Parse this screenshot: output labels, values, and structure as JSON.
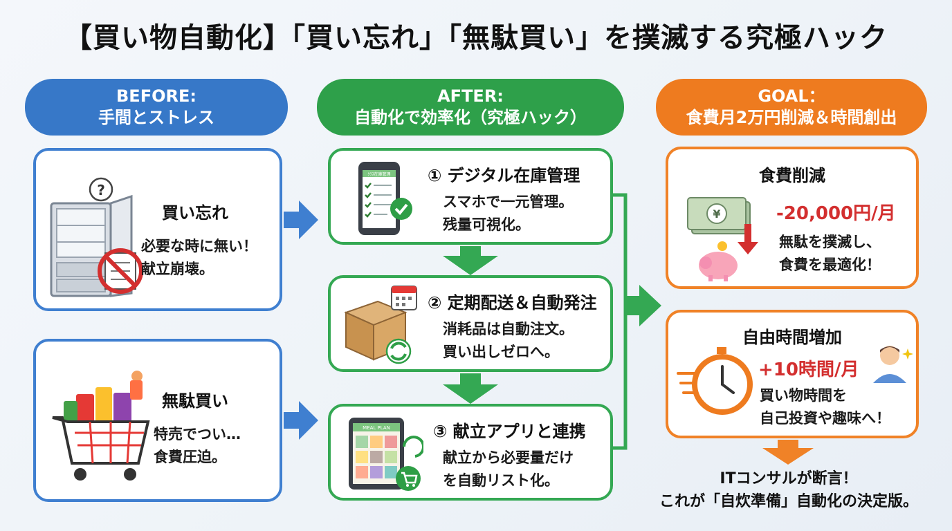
{
  "title": "【買い物自動化】「買い忘れ」「無駄買い」を撲滅する究極ハック",
  "before": {
    "header_line1": "BEFORE:",
    "header_line2": "手間とストレス",
    "card1": {
      "heading": "買い忘れ",
      "line1": "必要な時に無い！",
      "line2": "献立崩壊。"
    },
    "card2": {
      "heading": "無駄買い",
      "line1": "特売でつい…",
      "line2": "食費圧迫。"
    }
  },
  "after": {
    "header_line1": "AFTER:",
    "header_line2": "自動化で効率化（究極ハック）",
    "step1": {
      "heading": "① デジタル在庫管理",
      "line1": "スマホで一元管理。",
      "line2": "残量可視化。",
      "phone_label": "ｸﾗｽ在庫管理"
    },
    "step2": {
      "heading": "② 定期配送＆自動発注",
      "line1": "消耗品は自動注文。",
      "line2": "買い出しゼロへ。"
    },
    "step3": {
      "heading": "③ 献立アプリと連携",
      "line1": "献立から必要量だけ",
      "line2": "を自動リスト化。",
      "tablet_label": "MEAL PLAN"
    }
  },
  "goal": {
    "header_line1": "GOAL：",
    "header_line2": "食費月2万円削減＆時間創出",
    "card1": {
      "heading": "食費削減",
      "amount": "-20,000円/月",
      "line1": "無駄を撲滅し、",
      "line2": "食費を最適化！"
    },
    "card2": {
      "heading": "自由時間増加",
      "amount": "+10時間/月",
      "line1": "買い物時間を",
      "line2": "自己投資や趣味へ！"
    }
  },
  "footer": {
    "line1": "ITコンサルが断言！",
    "line2": "これが「自炊準備」自動化の決定版。"
  },
  "colors": {
    "blue": "#3778c8",
    "green": "#2ea04a",
    "orange": "#ee7b1f",
    "red": "#d32f2f"
  }
}
